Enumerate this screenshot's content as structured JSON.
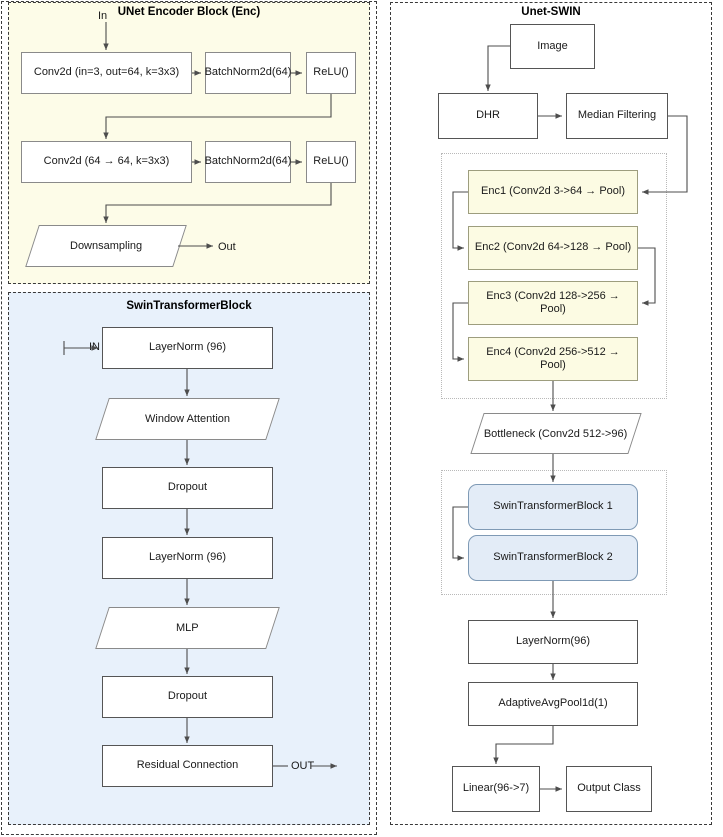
{
  "left_panel": {
    "encoder": {
      "title": "UNet Encoder Block (Enc)",
      "in_label": "In",
      "out_label": "Out",
      "nodes": {
        "conv1": "Conv2d (in=3, out=64, k=3x3)",
        "bn1": "BatchNorm2d(64)",
        "relu1": "ReLU()",
        "conv2": "Conv2d (64 → 64, k=3x3)",
        "bn2": "BatchNorm2d(64)",
        "relu2": "ReLU()",
        "downsampling": "Downsampling"
      },
      "bg_color": "#fdfce8"
    },
    "swin": {
      "title": "SwinTransformerBlock",
      "in_label": "IN",
      "out_label": "OUT",
      "nodes": {
        "ln1": "LayerNorm (96)",
        "window_attention": "Window Attention",
        "dropout1": "Dropout",
        "ln2": "LayerNorm (96)",
        "mlp": "MLP",
        "dropout2": "Dropout",
        "residual": "Residual Connection"
      },
      "bg_color": "#e8f1fb"
    }
  },
  "right_panel": {
    "title": "Unet-SWIN",
    "nodes": {
      "image": "Image",
      "dhr": "DHR",
      "median_filtering": "Median Filtering",
      "enc1": "Enc1 (Conv2d 3->64 → Pool)",
      "enc2": "Enc2 (Conv2d 64->128 → Pool)",
      "enc3": "Enc3 (Conv2d 128->256 → Pool)",
      "enc4": "Enc4 (Conv2d 256->512 → Pool)",
      "bottleneck": "Bottleneck (Conv2d 512->96)",
      "swin1": "SwinTransformerBlock 1",
      "swin2": "SwinTransformerBlock 2",
      "layernorm": "LayerNorm(96)",
      "avgpool": "AdaptiveAvgPool1d(1)",
      "linear": "Linear(96->7)",
      "output_class": "Output Class"
    },
    "enc_box_color": "#fcfbe3",
    "swin_box_color": "#e3ecf7"
  }
}
